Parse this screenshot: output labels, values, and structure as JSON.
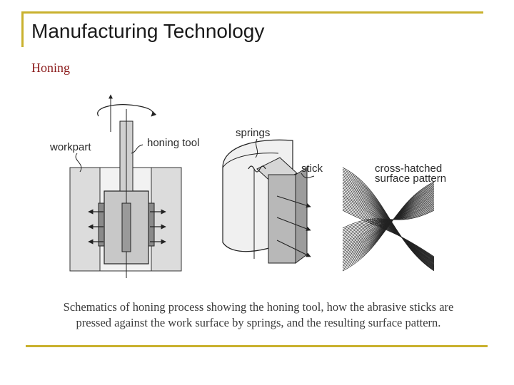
{
  "slide": {
    "title": "Manufacturing Technology",
    "subtitle": "Honing"
  },
  "figure": {
    "labels": {
      "workpart": "workpart",
      "honing_tool": "honing tool",
      "springs": "springs",
      "stick": "stick",
      "cross_hatched_line1": "cross-hatched",
      "cross_hatched_line2": "surface pattern"
    }
  },
  "caption": {
    "line1": "Schematics of honing process showing the honing tool, how the abrasive sticks are",
    "line2": "pressed against the work surface by springs, and the resulting surface pattern."
  }
}
